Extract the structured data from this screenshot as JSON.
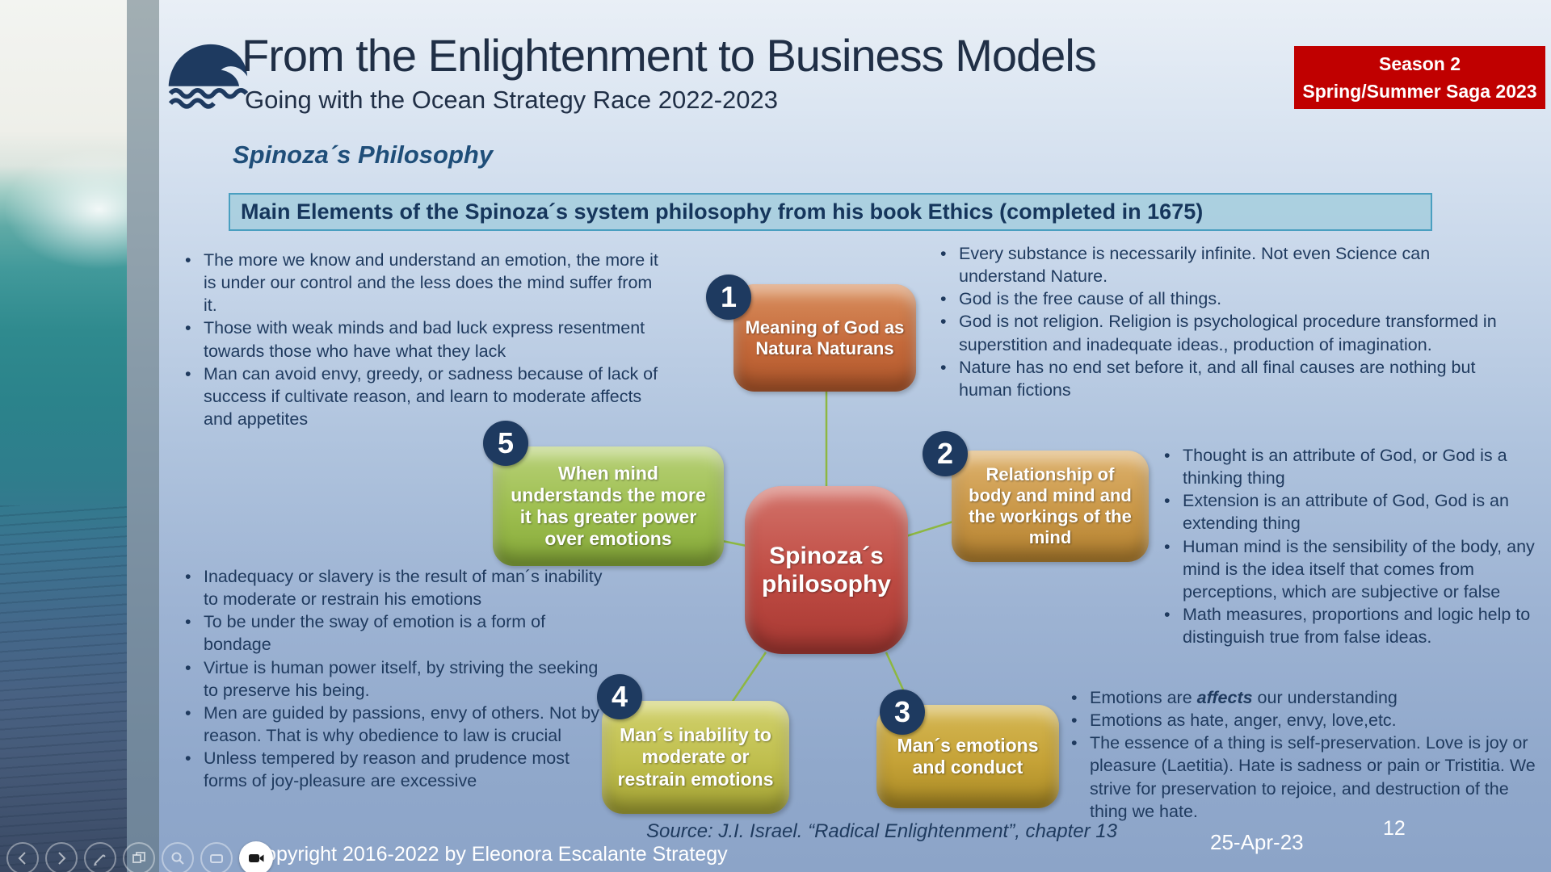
{
  "header": {
    "title": "From the Enlightenment to Business Models",
    "subtitle": "Going with the Ocean Strategy Race 2022-2023",
    "badge_line1": "Season 2",
    "badge_line2": "Spring/Summer Saga 2023"
  },
  "section": {
    "heading": "Spinoza´s Philosophy",
    "banner": "Main Elements of the Spinoza´s system philosophy from his book Ethics (completed in 1675)"
  },
  "bullets": {
    "top_left": [
      "The more we know and understand an emotion, the more it is under our control and the less does the mind suffer from it.",
      "Those with weak minds and bad luck  express resentment towards those who have what they lack",
      "Man can avoid envy, greedy, or sadness because of lack of success if cultivate reason, and learn to moderate affects and appetites"
    ],
    "top_right": [
      "Every substance is necessarily infinite. Not even Science can understand Nature.",
      "God is the free cause of all things.",
      "God is not religion. Religion is psychological procedure transformed in superstition and inadequate ideas., production of imagination.",
      "Nature has no end set before it, and all final causes are nothing but human fictions"
    ],
    "mid_right": [
      "Thought is an attribute of God, or God is a thinking thing",
      "Extension is an attribute of God, God is an extending thing",
      "Human mind is the sensibility of the body, any mind is the idea itself that comes from perceptions, which are subjective or false",
      "Math measures, proportions and logic help to distinguish true from false ideas."
    ],
    "mid_left": [
      "Inadequacy or slavery is the result of man´s inability to moderate or restrain his emotions",
      "To be under the sway of emotion is a form of bondage",
      "Virtue is human power itself, by striving the seeking to preserve his being.",
      "Men are guided by passions, envy of others. Not by reason. That is why obedience to law is crucial",
      "Unless tempered by reason and prudence most forms of joy-pleasure are excessive"
    ],
    "bottom_right_rich": {
      "prefix": "Emotions are ",
      "bold": "affects",
      "suffix": " our understanding"
    },
    "bottom_right": [
      "Emotions as hate, anger, envy, love,etc.",
      "The essence of  a thing is self-preservation. Love is joy or pleasure (Laetitia). Hate is sadness or pain or Tristitia. We strive for preservation to rejoice, and destruction of the thing we hate."
    ]
  },
  "diagram": {
    "center_label": "Spinoza´s philosophy",
    "node1": {
      "num": "1",
      "label": "Meaning of God as Natura Naturans"
    },
    "node2": {
      "num": "2",
      "label": "Relationship of body and mind and the workings of the mind"
    },
    "node3": {
      "num": "3",
      "label": "Man´s emotions and conduct"
    },
    "node4": {
      "num": "4",
      "label": "Man´s inability to moderate or restrain emotions"
    },
    "node5": {
      "num": "5",
      "label": "When mind understands  the more it has greater power over emotions"
    }
  },
  "footer": {
    "source": "Source: J.I. Israel. “Radical Enlightenment”, chapter 13",
    "date": "25-Apr-23",
    "page_number": "12",
    "copyright": "Copyright 2016-2022 by Eleonora Escalante Strategy"
  },
  "icons": {
    "logo": "breaking-wave",
    "controls": [
      "previous-slide",
      "next-slide",
      "pen",
      "all-slides",
      "zoom",
      "subtitles",
      "camera"
    ]
  },
  "colors": {
    "badge_bg": "#C00000",
    "banner_bg": "#A9CFDF",
    "banner_border": "#4A9FC0",
    "body_text": "#1F3A5E",
    "connector": "#8DB741",
    "number_circle": "#1E3A60"
  }
}
